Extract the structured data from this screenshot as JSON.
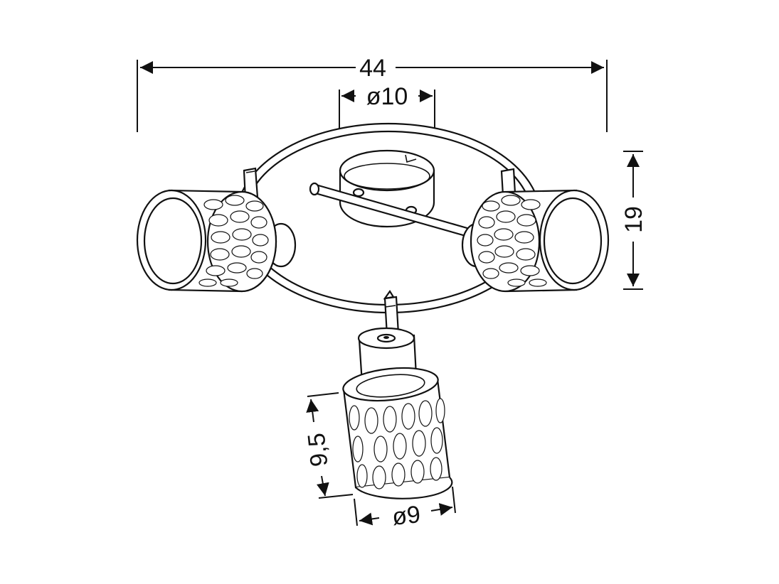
{
  "dimensions": {
    "total_width": "44",
    "base_diameter": "ø10",
    "height": "19",
    "shade_height": "9,5",
    "shade_diameter": "ø9"
  }
}
